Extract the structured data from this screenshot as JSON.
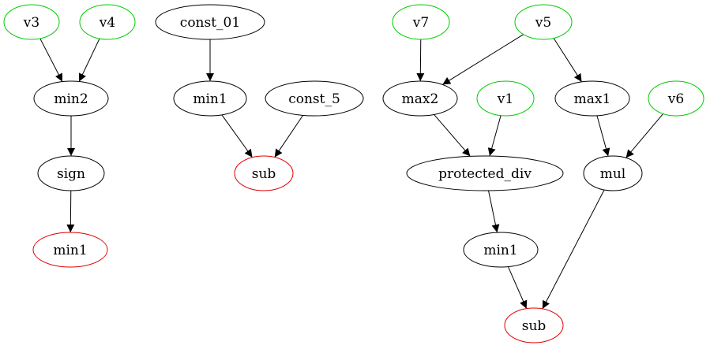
{
  "colors": {
    "input": "#00cc00",
    "output": "#e00000",
    "internal": "#000000",
    "edge": "#000000"
  },
  "nodes": [
    {
      "id": "t1_v3",
      "label": "v3",
      "role": "input"
    },
    {
      "id": "t1_v4",
      "label": "v4",
      "role": "input"
    },
    {
      "id": "t1_min2",
      "label": "min2",
      "role": "internal"
    },
    {
      "id": "t1_sign",
      "label": "sign",
      "role": "internal"
    },
    {
      "id": "t1_min1",
      "label": "min1",
      "role": "output"
    },
    {
      "id": "t2_const01",
      "label": "const_01",
      "role": "internal"
    },
    {
      "id": "t2_min1",
      "label": "min1",
      "role": "internal"
    },
    {
      "id": "t2_const5",
      "label": "const_5",
      "role": "internal"
    },
    {
      "id": "t2_sub",
      "label": "sub",
      "role": "output"
    },
    {
      "id": "t3_v7",
      "label": "v7",
      "role": "input"
    },
    {
      "id": "t3_v5",
      "label": "v5",
      "role": "input"
    },
    {
      "id": "t3_max2",
      "label": "max2",
      "role": "internal"
    },
    {
      "id": "t3_v1",
      "label": "v1",
      "role": "input"
    },
    {
      "id": "t3_max1",
      "label": "max1",
      "role": "internal"
    },
    {
      "id": "t3_v6",
      "label": "v6",
      "role": "input"
    },
    {
      "id": "t3_pdiv",
      "label": "protected_div",
      "role": "internal"
    },
    {
      "id": "t3_mul",
      "label": "mul",
      "role": "internal"
    },
    {
      "id": "t3_min1",
      "label": "min1",
      "role": "internal"
    },
    {
      "id": "t3_sub",
      "label": "sub",
      "role": "output"
    }
  ],
  "edges": [
    [
      "t1_v3",
      "t1_min2"
    ],
    [
      "t1_v4",
      "t1_min2"
    ],
    [
      "t1_min2",
      "t1_sign"
    ],
    [
      "t1_sign",
      "t1_min1"
    ],
    [
      "t2_const01",
      "t2_min1"
    ],
    [
      "t2_min1",
      "t2_sub"
    ],
    [
      "t2_const5",
      "t2_sub"
    ],
    [
      "t3_v7",
      "t3_max2"
    ],
    [
      "t3_v5",
      "t3_max2"
    ],
    [
      "t3_v5",
      "t3_max1"
    ],
    [
      "t3_max2",
      "t3_pdiv"
    ],
    [
      "t3_v1",
      "t3_pdiv"
    ],
    [
      "t3_max1",
      "t3_mul"
    ],
    [
      "t3_v6",
      "t3_mul"
    ],
    [
      "t3_pdiv",
      "t3_min1"
    ],
    [
      "t3_min1",
      "t3_sub"
    ],
    [
      "t3_mul",
      "t3_sub"
    ]
  ]
}
